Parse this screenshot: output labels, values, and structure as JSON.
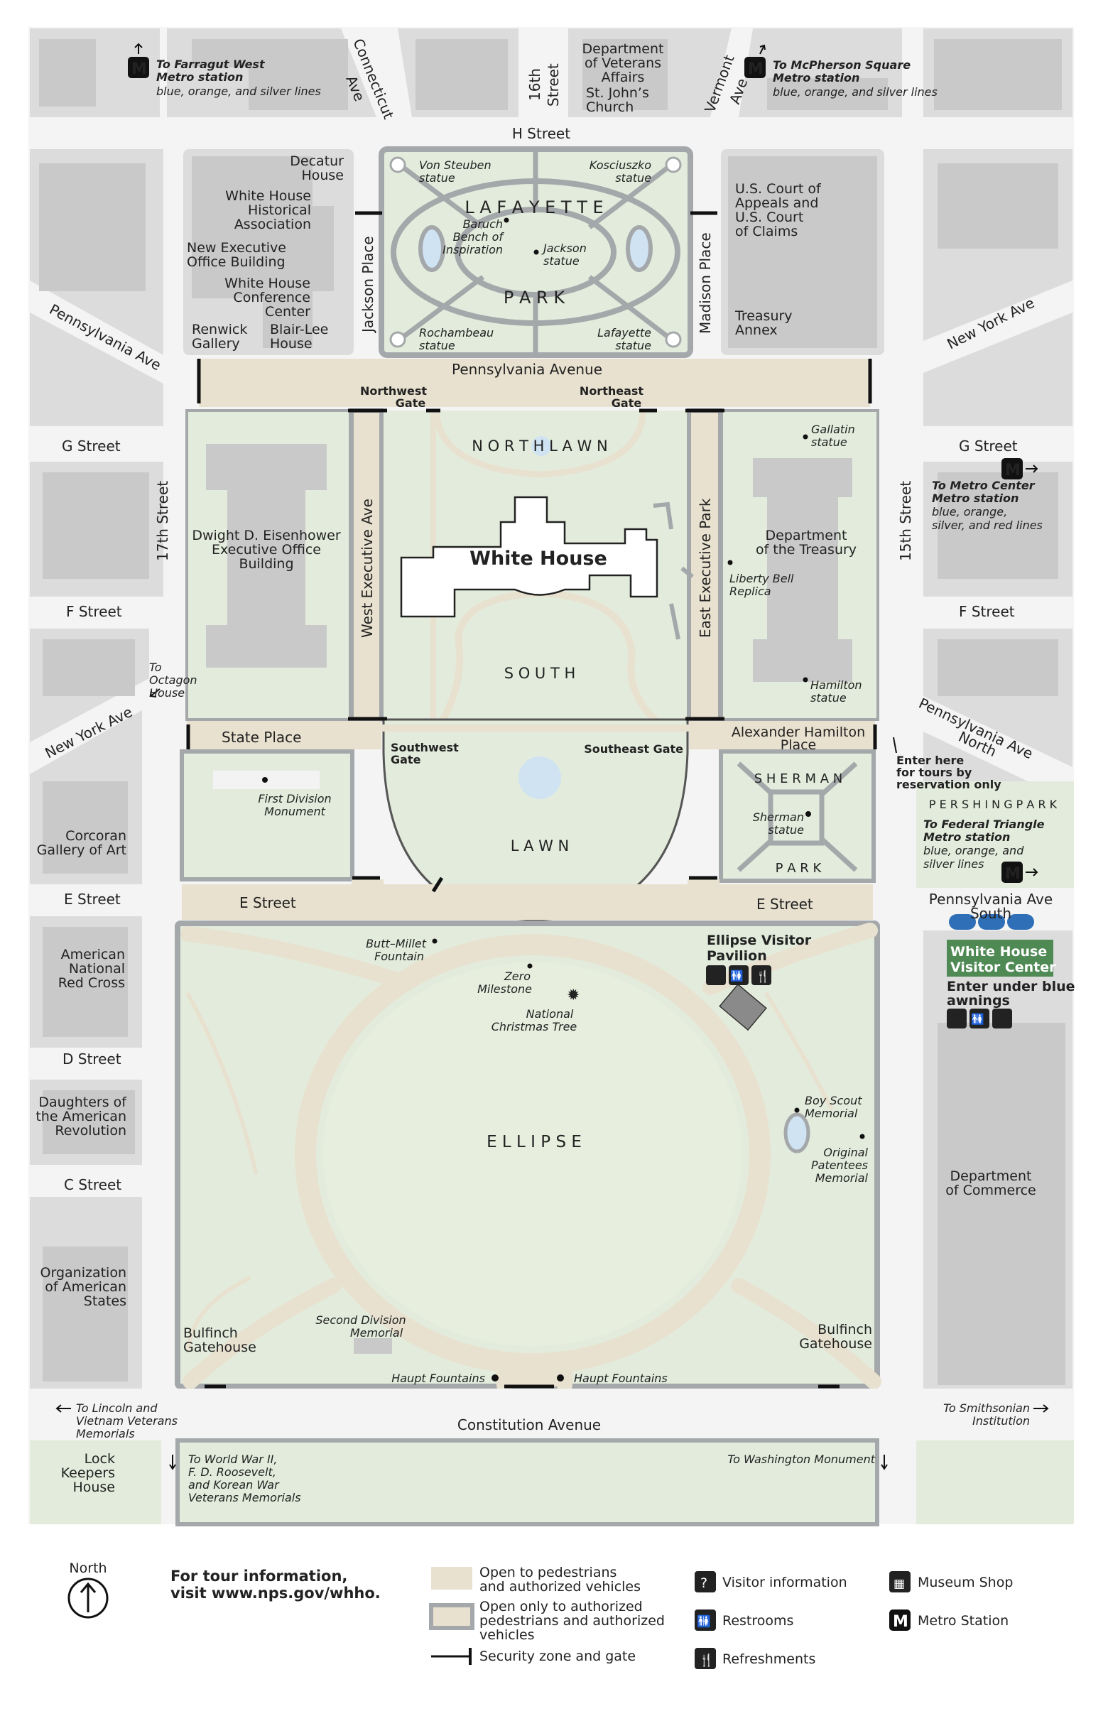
{
  "colors": {
    "green": "#e3ecdc",
    "pedestrian": "#e8e1cf",
    "authorized": "#a4a8aa",
    "building": "#c9c9c9",
    "block": "#dcdcdc",
    "vc_green": "#4f8a55",
    "vc_blue": "#2f6fb7",
    "water": "#cfe3f3"
  },
  "metro": {
    "farragut": {
      "title": "To Farragut West",
      "title2": "Metro station",
      "lines": "blue, orange, and silver lines"
    },
    "mcpherson": {
      "title": "To McPherson Square",
      "title2": "Metro station",
      "lines": "blue, orange, and silver lines"
    },
    "metrocenter": {
      "title": "To Metro Center",
      "title2": "Metro station",
      "l1": "blue, orange,",
      "l2": "silver, and red lines"
    },
    "triangle": {
      "title": "To Federal Triangle",
      "title2": "Metro station",
      "l1": "blue, orange, and",
      "l2": "silver lines"
    }
  },
  "streets": {
    "h": "H Street",
    "g_left": "G Street",
    "g_right": "G Street",
    "f_left": "F Street",
    "f_right": "F Street",
    "e_left": "E Street",
    "e_mid_left": "E Street",
    "e_mid_right": "E Street",
    "d": "D Street",
    "c": "C Street",
    "seventeenth": "17th Street",
    "fifteenth": "15th Street",
    "sixteenth_1": "16th",
    "sixteenth_2": "Street",
    "connecticut_1": "Connecticut",
    "connecticut_2": "Ave",
    "vermont_1": "Vermont",
    "vermont_2": "Ave",
    "penn_nw": "Pennsylvania Ave",
    "penn_ave": "Pennsylvania  Avenue",
    "ny_ne": "New York Ave",
    "ny_sw": "New York Ave",
    "jackson": "Jackson  Place",
    "madison": "Madison Place",
    "west_exec": "West Executive Ave",
    "east_exec": "East Executive Park",
    "state_place": "State Place",
    "hamilton_1": "Alexander Hamilton",
    "hamilton_2": "Place",
    "penn_north_1": "Pennsylvania Ave",
    "penn_north_2": "North",
    "penn_south_1": "Pennsylvania Ave",
    "penn_south_2": "South",
    "constitution": "Constitution  Avenue"
  },
  "labels": {
    "veterans_1": "Department",
    "veterans_2": "of Veterans",
    "veterans_3": "Affairs",
    "stjohns_1": "St. John’s",
    "stjohns_2": "Church",
    "decatur_1": "Decatur",
    "decatur_2": "House",
    "whha_1": "White House",
    "whha_2": "Historical",
    "whha_3": "Association",
    "neob_1": "New Executive",
    "neob_2": "Office Building",
    "whcc_1": "White House",
    "whcc_2": "Conference",
    "whcc_3": "Center",
    "renwick_1": "Renwick",
    "renwick_2": "Gallery",
    "blair_1": "Blair-Lee",
    "blair_2": "House",
    "court_1": "U.S. Court of",
    "court_2": "Appeals and",
    "court_3": "U.S. Court",
    "court_4": "of Claims",
    "annex_1": "Treasury",
    "annex_2": "Annex",
    "lafayette": "L A F A Y E T T E",
    "park": "P A R K",
    "steuben_1": "Von Steuben",
    "steuben_2": "statue",
    "kosc_1": "Kosciuszko",
    "kosc_2": "statue",
    "baruch_1": "Baruch",
    "baruch_2": "Bench of",
    "baruch_3": "Inspiration",
    "jackson_st_1": "Jackson",
    "jackson_st_2": "statue",
    "rocham_1": "Rochambeau",
    "rocham_2": "statue",
    "lafay_st_1": "Lafayette",
    "lafay_st_2": "statue",
    "nw_gate_1": "Northwest",
    "nw_gate_2": "Gate",
    "ne_gate_1": "Northeast",
    "ne_gate_2": "Gate",
    "north_lawn": "N O R T H   L A W N",
    "white_house": "White House",
    "eeob_1": "Dwight D. Eisenhower",
    "eeob_2": "Executive Office",
    "eeob_3": "Building",
    "gallatin_1": "Gallatin",
    "gallatin_2": "statue",
    "treasury_1": "Department",
    "treasury_2": "of the Treasury",
    "liberty_1": "Liberty Bell",
    "liberty_2": "Replica",
    "hamilton_st_1": "Hamilton",
    "hamilton_st_2": "statue",
    "octagon_1": "To",
    "octagon_2": "Octagon",
    "octagon_3": "House",
    "south": "S O U T H",
    "lawn": "L A W N",
    "sw_gate_1": "Southwest",
    "sw_gate_2": "Gate",
    "se_gate": "Southeast Gate",
    "first_div_1": "First Division",
    "first_div_2": "Monument",
    "sherman": "S H E R M A N",
    "sherman_park": "P A R K",
    "sherman_st_1": "Sherman",
    "sherman_st_2": "statue",
    "tours_1": "Enter here",
    "tours_2": "for tours by",
    "tours_3": "reservation only",
    "pershing": "P E R S H I N G   P A R K",
    "corcoran_1": "Corcoran",
    "corcoran_2": "Gallery of Art",
    "redcross_1": "American",
    "redcross_2": "National",
    "redcross_3": "Red Cross",
    "dar_1": "Daughters of",
    "dar_2": "the American",
    "dar_3": "Revolution",
    "oas_1": "Organization",
    "oas_2": "of American",
    "oas_3": "States",
    "butt_1": "Butt–Millet",
    "butt_2": "Fountain",
    "zero_1": "Zero",
    "zero_2": "Milestone",
    "tree_1": "National",
    "tree_2": "Christmas Tree",
    "pavilion_1": "Ellipse Visitor",
    "pavilion_2": "Pavilion",
    "ellipse": "E L L I P S E",
    "scout_1": "Boy Scout",
    "scout_2": "Memorial",
    "patentees_1": "Original",
    "patentees_2": "Patentees",
    "patentees_3": "Memorial",
    "second_div_1": "Second Division",
    "second_div_2": "Memorial",
    "bulfinch_l_1": "Bulfinch",
    "bulfinch_l_2": "Gatehouse",
    "bulfinch_r_1": "Bulfinch",
    "bulfinch_r_2": "Gatehouse",
    "haupt_l": "Haupt Fountains",
    "haupt_r": "Haupt Fountains",
    "vc_1": "White House",
    "vc_2": "Visitor Center",
    "vc_enter_1": "Enter under blue",
    "vc_enter_2": "awnings",
    "commerce_1": "Department",
    "commerce_2": "of Commerce",
    "lincoln_1": "To Lincoln and",
    "lincoln_2": "Vietnam Veterans",
    "lincoln_3": "Memorials",
    "smithsonian_1": "To Smithsonian",
    "smithsonian_2": "Institution",
    "lock_1": "Lock",
    "lock_2": "Keepers",
    "lock_3": "House",
    "ww2_1": "To World War II,",
    "ww2_2": "F. D. Roosevelt,",
    "ww2_3": "and Korean War",
    "ww2_4": "Veterans Memorials",
    "washington": "To Washington Monument"
  },
  "legend": {
    "north": "North",
    "tour_1": "For tour information,",
    "tour_2": "visit www.nps.gov/whho.",
    "open_1": "Open to pedestrians",
    "open_2": "and authorized vehicles",
    "auth_1": "Open only to authorized",
    "auth_2": "pedestrians and authorized",
    "auth_3": "vehicles",
    "security": "Security zone and gate",
    "visitor_info": "Visitor information",
    "restrooms": "Restrooms",
    "refreshments": "Refreshments",
    "museum_shop": "Museum Shop",
    "metro_station": "Metro Station"
  }
}
